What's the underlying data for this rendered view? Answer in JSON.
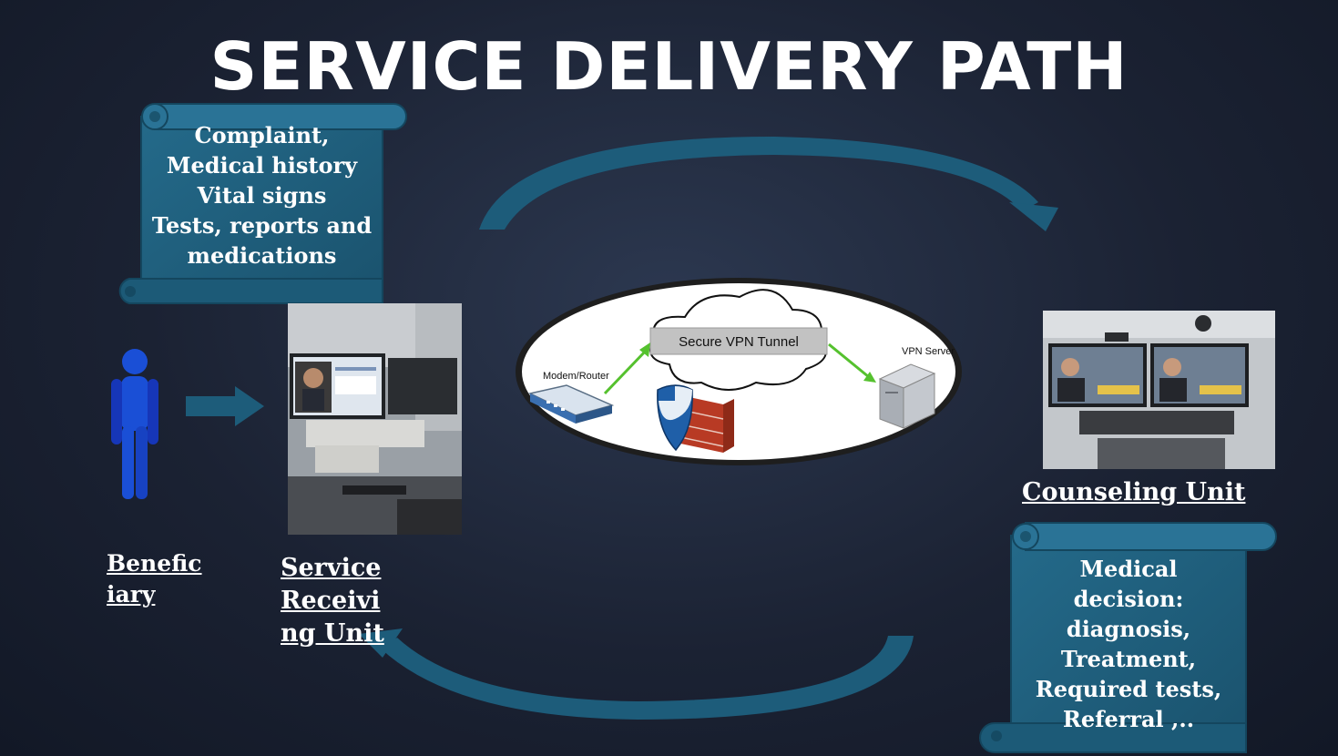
{
  "title": "SERVICE DELIVERY PATH",
  "scroll_top": {
    "text": "Complaint,\nMedical history\nVital signs\nTests, reports and\nmedications"
  },
  "scroll_bottom": {
    "text": "Medical\ndecision:\ndiagnosis,\nTreatment,\nRequired tests,\nReferral ,.."
  },
  "labels": {
    "beneficiary": "Benefic\niary",
    "service_unit": "Service\nReceivi\nng Unit",
    "counseling_unit": "Counseling Unit"
  },
  "network": {
    "modem_label": "Modem/Router",
    "tunnel_label": "Secure VPN Tunnel",
    "server_label": "VPN Server"
  },
  "colors": {
    "scroll": "#1f5e7c",
    "arrow": "#1d5c7a",
    "figure": "#1a4fd6",
    "green_arrow": "#55c12e"
  }
}
